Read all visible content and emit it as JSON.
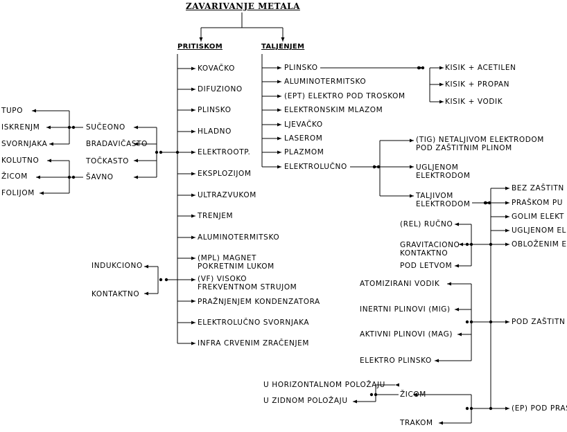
{
  "title": "ZAVARIVANJE METALA",
  "branches": {
    "pritiskom": "PRITISKOM",
    "taljenjem": "TALJENJEM"
  },
  "pritiskom_items": {
    "kovacko": "KOVAČKO",
    "difuziono": "DIFUZIONO",
    "plinsko": "PLINSKO",
    "hladno": "HLADNO",
    "elektrootp": "ELEKTROOTP.",
    "eksplozijom": "EKSPLOZIJOM",
    "ultrazvukom": "ULTRAZVUKOM",
    "trenjem": "TRENJEM",
    "aluminotermitsko": "ALUMINOTERMITSKO",
    "mpl_1": "(MPL) MAGNET",
    "mpl_2": "POKRETNIM LUKOM",
    "vf_1": "(VF) VISOKO",
    "vf_2": "FREKVENTNOM STRUJOM",
    "praznjenjem": "PRAŽNJENJEM KONDENZATORA",
    "svornjaka": "ELEKTROLUČNO SVORNJAKA",
    "infra": "INFRA CRVENIM ZRAČENJEM"
  },
  "elektrootp_sub": {
    "suceono": "SUČEONO",
    "bradavicasto": "BRADAVIČASTO",
    "tockasto": "TOČKASTO",
    "savno": "ŠAVNO"
  },
  "suceono_sub": {
    "tupo": "TUPO",
    "iskrenjm": "ISKRENJM",
    "svornjaka": "SVORNJAKA"
  },
  "savno_sub": {
    "kolutno": "KOLUTNO",
    "zicom": "ŽICOM",
    "folijom": "FOLIJOM"
  },
  "vf_sub": {
    "indukciono": "INDUKCIONO",
    "kontaktno": "KONTAKTNO"
  },
  "taljenjem_items": {
    "plinsko": "PLINSKO",
    "aluminotermitsko": "ALUMINOTERMITSKO",
    "ept": "(EPT) ELEKTRO POD TROSKOM",
    "elektronskim": "ELEKTRONSKIM MLAZOM",
    "ljevacko": "LJEVAČKO",
    "laserom": "LASEROM",
    "plazmom": "PLAZMOM",
    "elektrolucno": "ELEKTROLUČNO"
  },
  "plinsko_sub": {
    "acetilen": "KISIK + ACETILEN",
    "propan": "KISIK + PROPAN",
    "vodik": "KISIK + VODIK"
  },
  "elektrolucno_sub": {
    "tig_1": "(TIG) NETALJIVOM ELEKTRODOM",
    "tig_2": "POD ZAŠTITNIM PLINOM",
    "ugljenom_1": "UGLJENOM",
    "ugljenom_2": "ELEKTRODOM",
    "taljivom_1": "TALJIVOM",
    "taljivom_2": "ELEKTRODOM"
  },
  "taljivom_sub": {
    "bez_zastitne": "BEZ ZAŠTITN",
    "praskom": "PRAŠKOM PU",
    "golim": "GOLIM ELEKT",
    "ugljenom_el": "UGLJENOM EL",
    "oblozenim": "OBLOŽENIM E",
    "pod_zastitnim": "POD ZAŠTITN",
    "ep_pod_praskom": "(EP) POD PRAŠ"
  },
  "oblozenim_sub": {
    "rel_rucno": "(REL) RUČNO",
    "gravitaciono_1": "GRAVITACIONO",
    "gravitaciono_2": "KONTAKTNO",
    "pod_letvom": "POD LETVOM"
  },
  "zastitni_sub": {
    "atomizirani": "ATOMIZIRANI VODIK",
    "inertni": "INERTNI PLINOVI (MIG)",
    "aktivni": "AKTIVNI PLINOVI (MAG)",
    "elektro_plinsko": "ELEKTRO PLINSKO"
  },
  "ep_sub": {
    "zicom": "ŽICOM",
    "trakom": "TRAKOM"
  },
  "zicom_sub": {
    "horizontalnom": "U HORIZONTALNOM POLOŽAJU",
    "zidnom": "U ZIDNOM POLOŽAJU"
  }
}
